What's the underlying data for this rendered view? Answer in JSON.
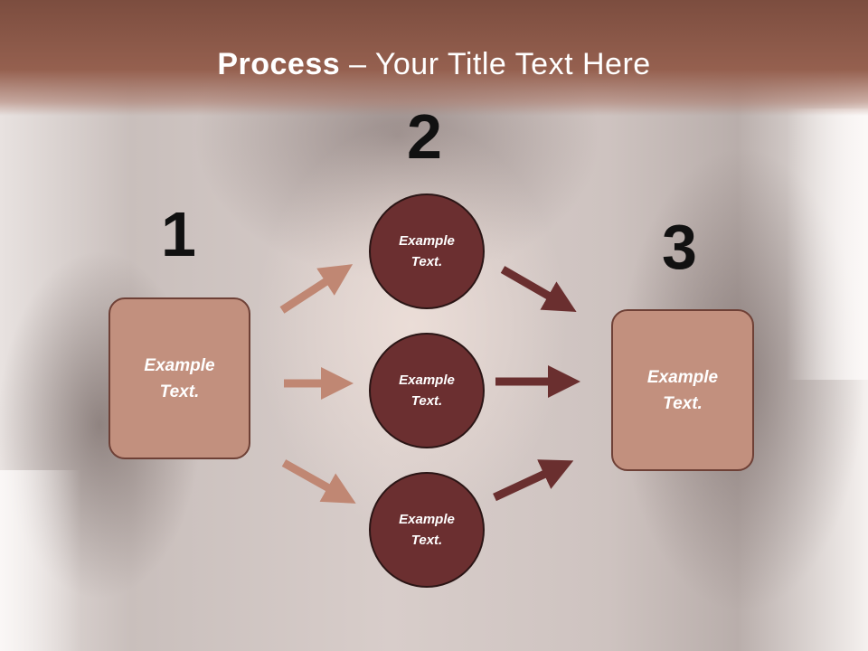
{
  "slide": {
    "title_bold": "Process",
    "title_rest": " – Your Title Text Here"
  },
  "steps": {
    "one": "1",
    "two": "2",
    "three": "3"
  },
  "left_box": {
    "text_line1": "Example",
    "text_line2": "Text."
  },
  "right_box": {
    "text_line1": "Example",
    "text_line2": "Text."
  },
  "circles": [
    {
      "text_line1": "Example",
      "text_line2": "Text."
    },
    {
      "text_line1": "Example",
      "text_line2": "Text."
    },
    {
      "text_line1": "Example",
      "text_line2": "Text."
    }
  ],
  "colors": {
    "header": "#8a5646",
    "box_fill": "#c2907e",
    "circle_fill": "#6b2f30",
    "arrow_light": "#c08773",
    "arrow_dark": "#6a2f2f"
  }
}
